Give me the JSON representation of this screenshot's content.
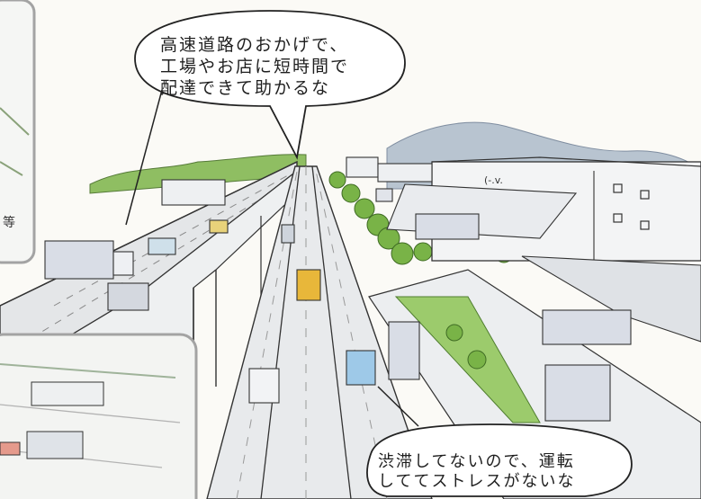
{
  "speech_bubble_top": {
    "line1": "高速道路のおかげで、",
    "line2": "工場やお店に短時間で",
    "line3": "配達できて助かるな"
  },
  "speech_bubble_bottom": {
    "line1": "渋滞してないので、運転",
    "line2": "しててストレスがないな"
  },
  "inset_top_left": {
    "visible_text": "等"
  },
  "factory_sign": {
    "text": "(-.v."
  },
  "colors": {
    "sky": "#fbfaf6",
    "road": "#e2e4e6",
    "greenery": "#6fae3f",
    "mountain": "#9aa9b8",
    "truck": "#d9dde6",
    "panel_border": "#9b9b9b"
  }
}
